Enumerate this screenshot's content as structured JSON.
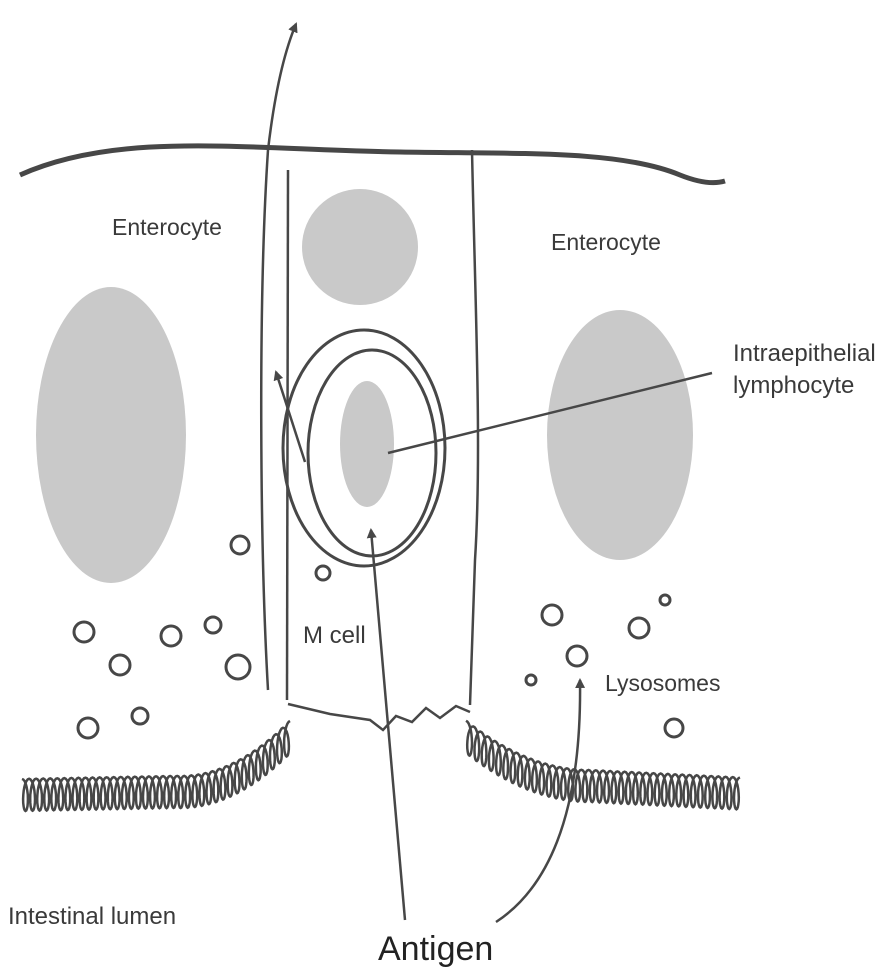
{
  "labels": {
    "enterocyte_left": "Enterocyte",
    "enterocyte_right": "Enterocyte",
    "intraepithelial_line1": "Intraepithelial",
    "intraepithelial_line2": "lymphocyte",
    "m_cell": "M cell",
    "lysosomes": "Lysosomes",
    "intestinal_lumen": "Intestinal lumen",
    "antigen": "Antigen"
  },
  "colors": {
    "line": "#474747",
    "nucleus_fill": "#c9c9c9",
    "background": "#ffffff"
  }
}
